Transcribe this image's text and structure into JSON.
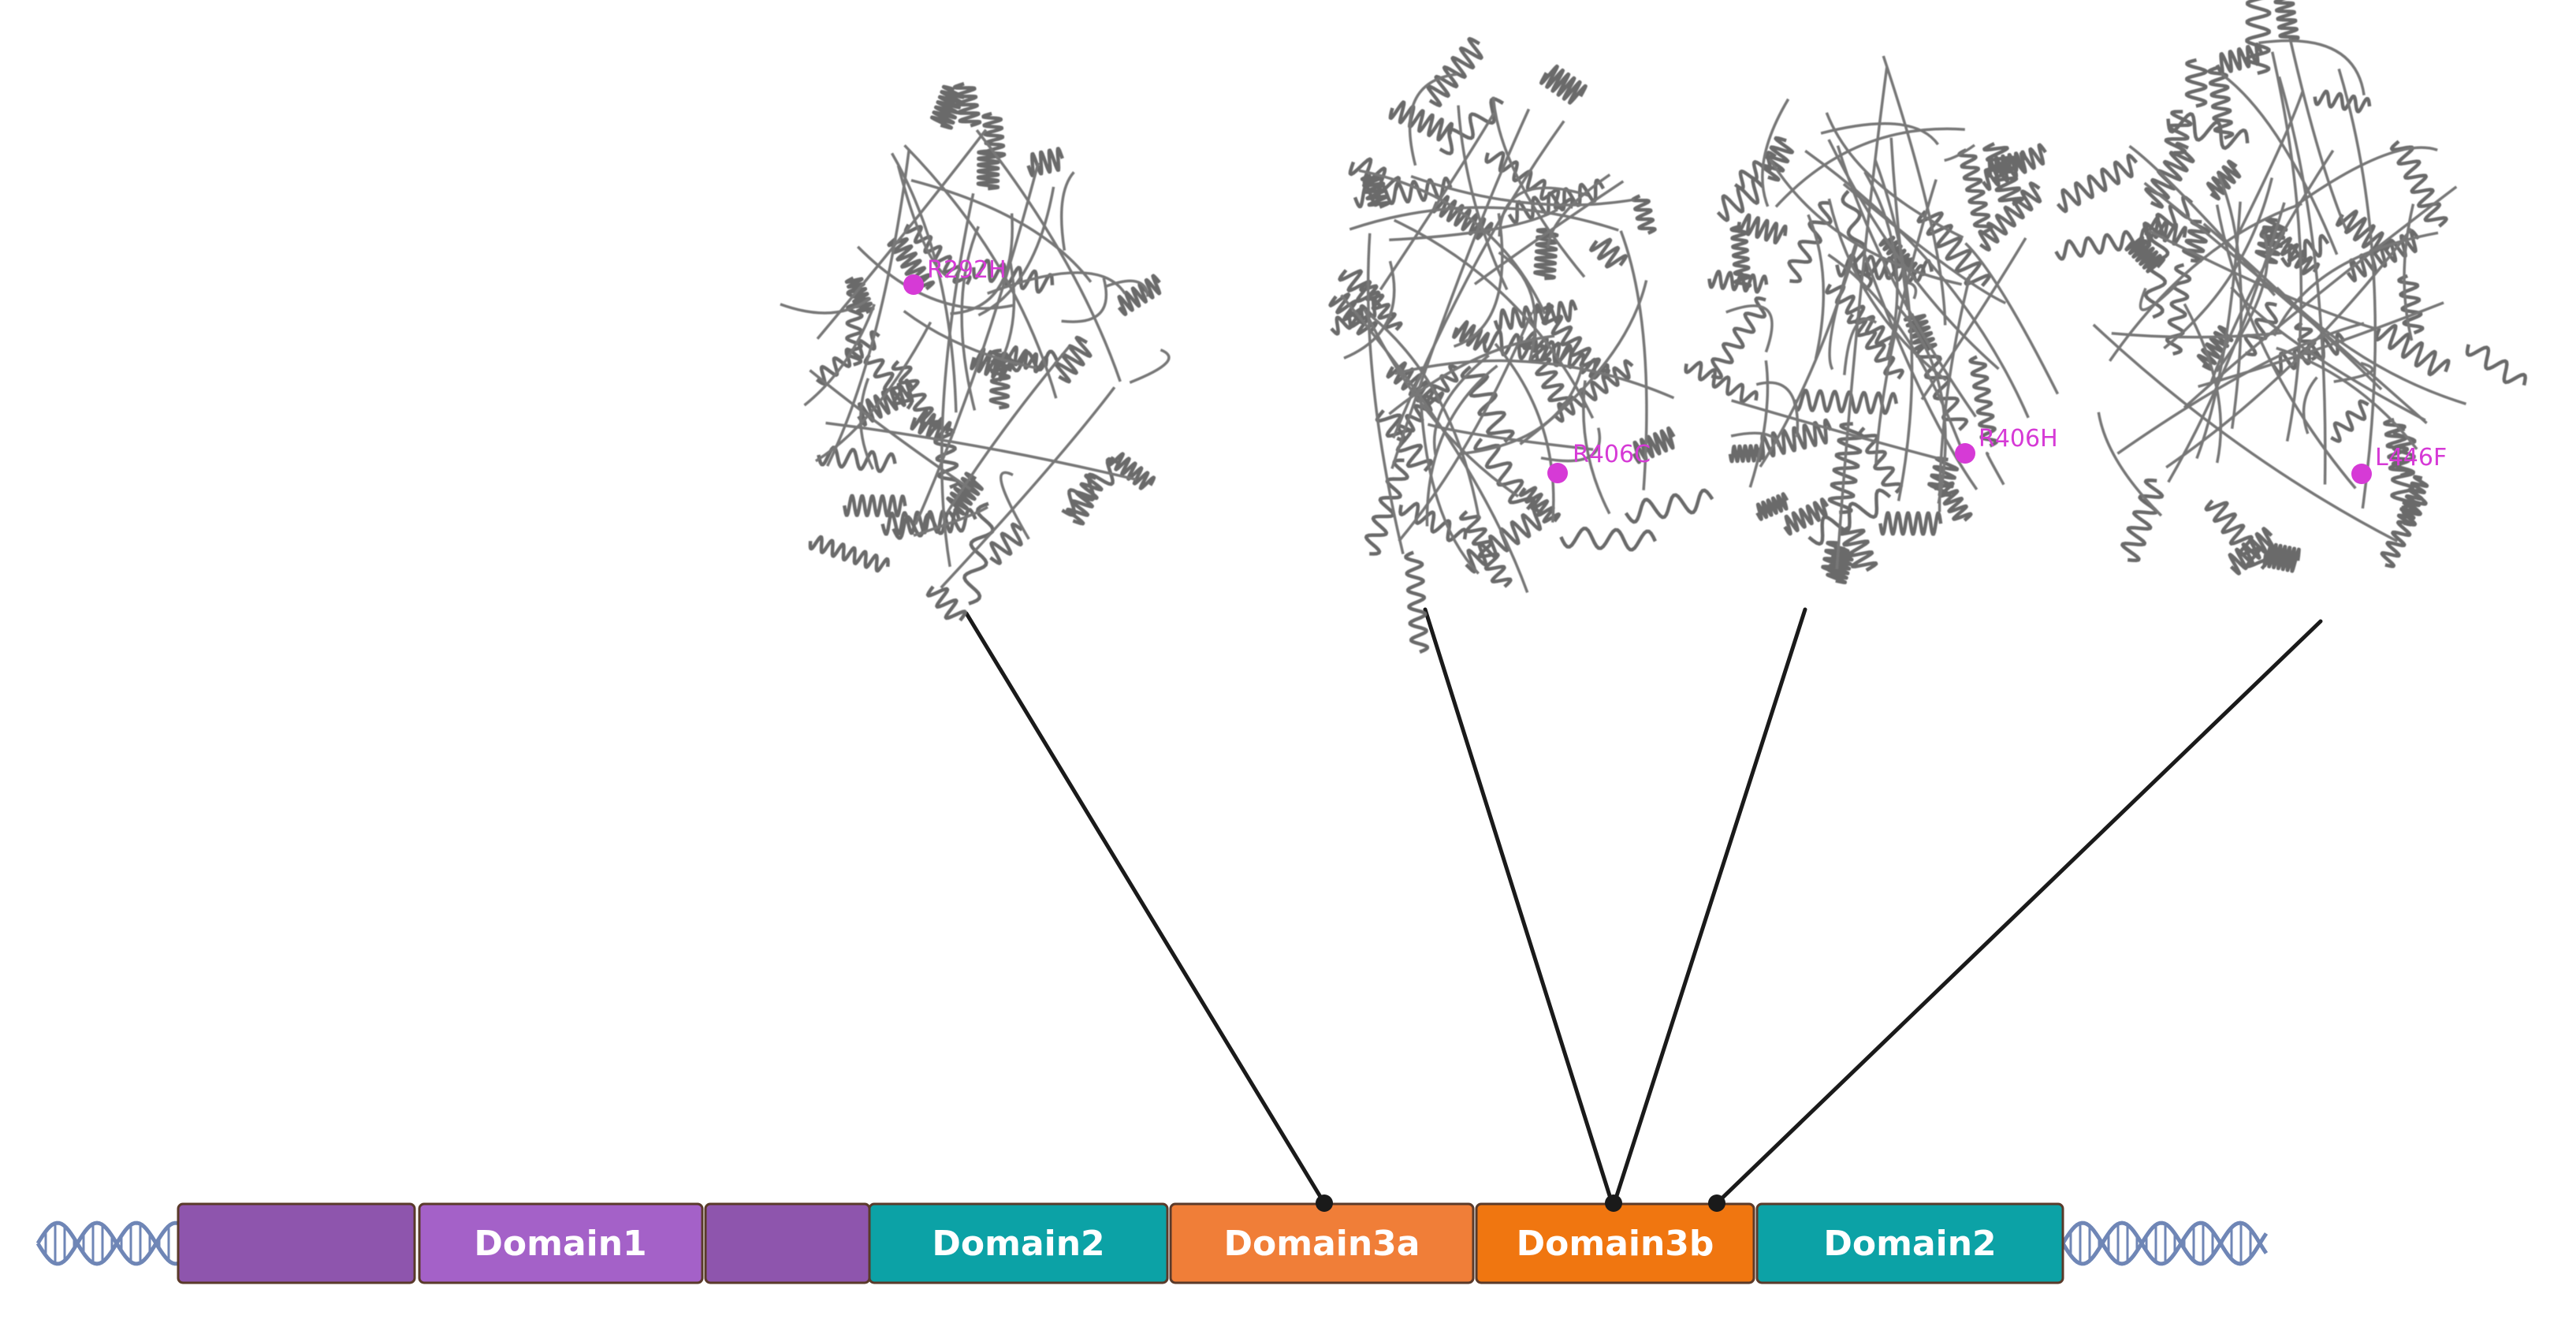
{
  "domains": [
    {
      "label": "",
      "color": "#8e55ad"
    },
    {
      "label": "Domain1",
      "color": "#a461c8"
    },
    {
      "label": "",
      "color": "#8e55ad"
    },
    {
      "label": "Domain2",
      "color": "#0ca2a6"
    },
    {
      "label": "Domain3a",
      "color": "#f07e38"
    },
    {
      "label": "Domain3b",
      "color": "#f07610"
    },
    {
      "label": "Domain2",
      "color": "#0ca2a6"
    }
  ],
  "mutations": [
    {
      "label": "R292H",
      "domain": "Domain3a"
    },
    {
      "label": "R406C",
      "domain": "Domain3b"
    },
    {
      "label": "R406H",
      "domain": "Domain3b"
    },
    {
      "label": "L446F",
      "domain": "Domain3b"
    }
  ],
  "colors": {
    "mutation": "#d63ad6",
    "structure": "#6b6b6b",
    "connector": "#1a1a1a",
    "dna": "#6f86b6"
  },
  "icons": {
    "dna": "dna-helix-icon",
    "structure": "protein-ribbon-structure"
  }
}
